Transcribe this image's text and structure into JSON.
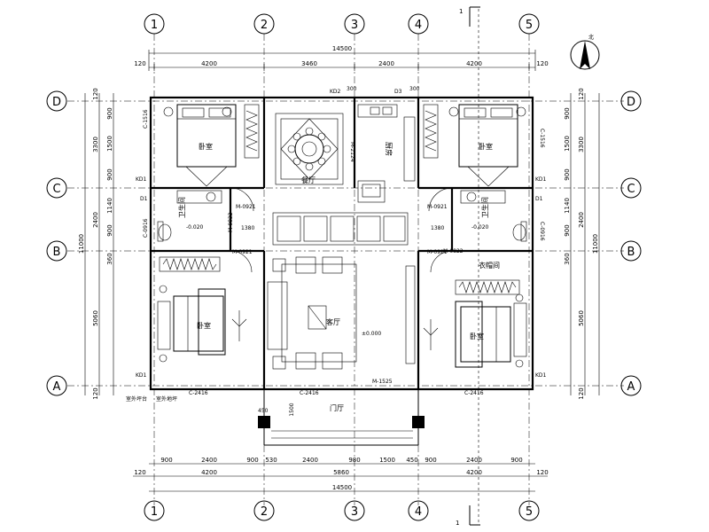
{
  "axes": {
    "columns": [
      "1",
      "2",
      "3",
      "4",
      "5"
    ],
    "rows": [
      "D",
      "C",
      "B",
      "A"
    ]
  },
  "section_marks": {
    "top": "1",
    "bottom": "1"
  },
  "north": {
    "label": "北"
  },
  "top_dims": {
    "total": "14500",
    "edge_left": "120",
    "edge_right": "120",
    "spans": [
      "4200",
      "3460",
      "2400",
      "4200"
    ]
  },
  "bottom_dims": {
    "row1": [
      "900",
      "2400",
      "900",
      "530",
      "2400",
      "980",
      "1500",
      "450",
      "900",
      "2400",
      "900"
    ],
    "row2_edge_left": "120",
    "row2_edge_right": "120",
    "row2": [
      "4200",
      "5860",
      "4200"
    ],
    "total": "14500"
  },
  "left_dims": {
    "edge_top": "120",
    "outer": [
      "3300",
      "2400",
      "5060"
    ],
    "inner": [
      "900",
      "1500",
      "900",
      "1140",
      "900",
      "360"
    ],
    "total": "11000",
    "edge_bottom": "120"
  },
  "right_dims": {
    "edge_top": "120",
    "outer": [
      "3300",
      "2400",
      "5060"
    ],
    "inner": [
      "900",
      "1500",
      "900",
      "1140",
      "900",
      "360"
    ],
    "total": "11000",
    "edge_bottom": "120"
  },
  "doors": {
    "kd2": "KD2",
    "kd2_dim": "300",
    "d3": "D3",
    "d3_dim": "300",
    "kd1_left_top": "KD1",
    "kd1_right_top": "KD1",
    "kd1_left_bottom": "KD1",
    "kd1_right_bottom": "KD1",
    "d1_left": "D1",
    "d1_right": "D1",
    "m0921_a": "M-0921",
    "m0921_b": "M-0921",
    "m0921_c": "M-0921",
    "m0921_d": "M-0921",
    "m0822_left": "M-0822",
    "m0822_right": "M-0822",
    "m2124": "M-2124",
    "m1525": "M-1525",
    "corridor_left": "1380",
    "corridor_right": "1380"
  },
  "windows": {
    "c1516_left": "C-1516",
    "c1516_right": "C-1516",
    "c0916_left": "C-0916",
    "c0916_right": "C-0916",
    "c2416_left": "C-2416",
    "c2416_mid": "C-2416",
    "c2416_right": "C-2416"
  },
  "rooms": {
    "bed_nw": "卧室",
    "dining": "餐厅",
    "kitchen": "厨房",
    "bed_ne": "卧室",
    "wc_left": "卫生间",
    "wc_right": "卫生间",
    "wc_level_left": "-0.020",
    "wc_level_right": "-0.020",
    "bed_sw": "卧室",
    "living": "客厅",
    "living_level": "±0.000",
    "cloak": "衣帽间",
    "bed_se": "卧室",
    "porch": "门厅"
  },
  "porch": {
    "depth": "1500",
    "column": "450"
  },
  "notes": {
    "left_note_1": "室外坪台",
    "left_note_2": "室外地坪"
  }
}
